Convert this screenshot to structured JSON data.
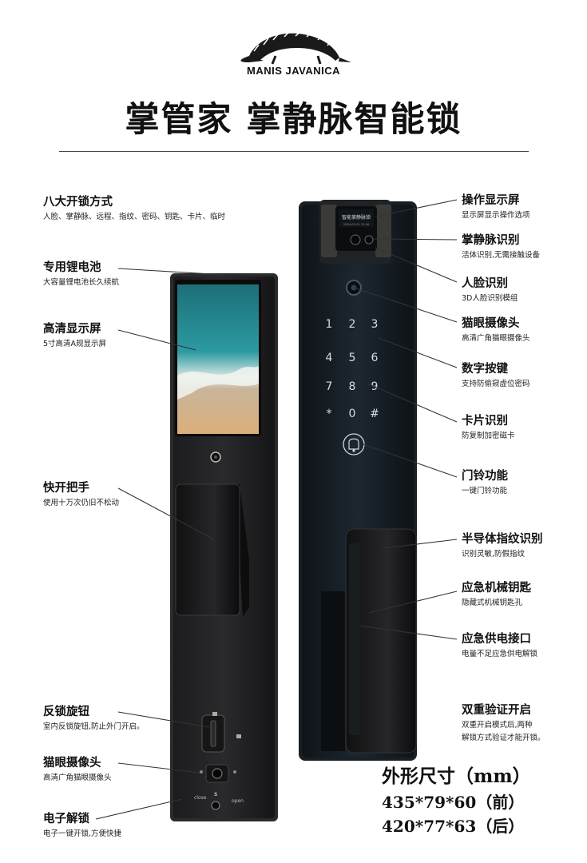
{
  "brand": {
    "name": "MANIS JAVANICA",
    "logo_icon": "pangolin-icon"
  },
  "title": "掌管家  掌静脉智能锁",
  "left_features": [
    {
      "title": "八大开锁方式",
      "desc": "人脸、掌静脉、远程、指纹、密码、钥匙、卡片、临时"
    },
    {
      "title": "专用锂电池",
      "desc": "大容量锂电池长久续航"
    },
    {
      "title": "高清显示屏",
      "desc": "5寸高清A规显示屏"
    },
    {
      "title": "快开把手",
      "desc": "使用十万次仍旧不松动"
    },
    {
      "title": "反锁旋钮",
      "desc": "室内反锁旋钮,防止外门开启。"
    },
    {
      "title": "猫眼摄像头",
      "desc": "高清广角猫眼摄像头"
    },
    {
      "title": "电子解锁",
      "desc": "电子一键开锁,方便快捷"
    }
  ],
  "right_features": [
    {
      "title": "操作显示屏",
      "desc": "显示屏显示操作选项"
    },
    {
      "title": "掌静脉识别",
      "desc": "活体识别,无需接触设备"
    },
    {
      "title": "人脸识别",
      "desc": "3D人脸识别模组"
    },
    {
      "title": "猫眼摄像头",
      "desc": "高清广角猫眼摄像头"
    },
    {
      "title": "数字按键",
      "desc": "支持防偷窥虚位密码"
    },
    {
      "title": "卡片识别",
      "desc": "防复制加密磁卡"
    },
    {
      "title": "门铃功能",
      "desc": "一键门铃功能"
    },
    {
      "title": "半导体指纹识别",
      "desc": "识别灵敏,防假指纹"
    },
    {
      "title": "应急机械钥匙",
      "desc": "隐藏式机械钥匙孔"
    },
    {
      "title": "应急供电接口",
      "desc": "电量不足应急供电解锁"
    },
    {
      "title": "双重验证开启",
      "desc": "双重开启模式后,两种",
      "desc2": "解锁方式验证才能开锁。"
    }
  ],
  "dimensions": {
    "title": "外形尺寸（mm）",
    "front": "435*79*60（前）",
    "back": "420*77*63（后）"
  },
  "device": {
    "keypad": [
      "1",
      "2",
      "3",
      "4",
      "5",
      "6",
      "7",
      "8",
      "9",
      "*",
      "0",
      "#"
    ],
    "screen_text": "智能掌静脉锁",
    "screen_subtext": "2024-01-01 12:00",
    "back_knob_label": "close",
    "back_knob_label2": "open",
    "back_knob_mark": "S",
    "bell_icon": "bell-icon",
    "lock_icon": "padlock-icon"
  }
}
